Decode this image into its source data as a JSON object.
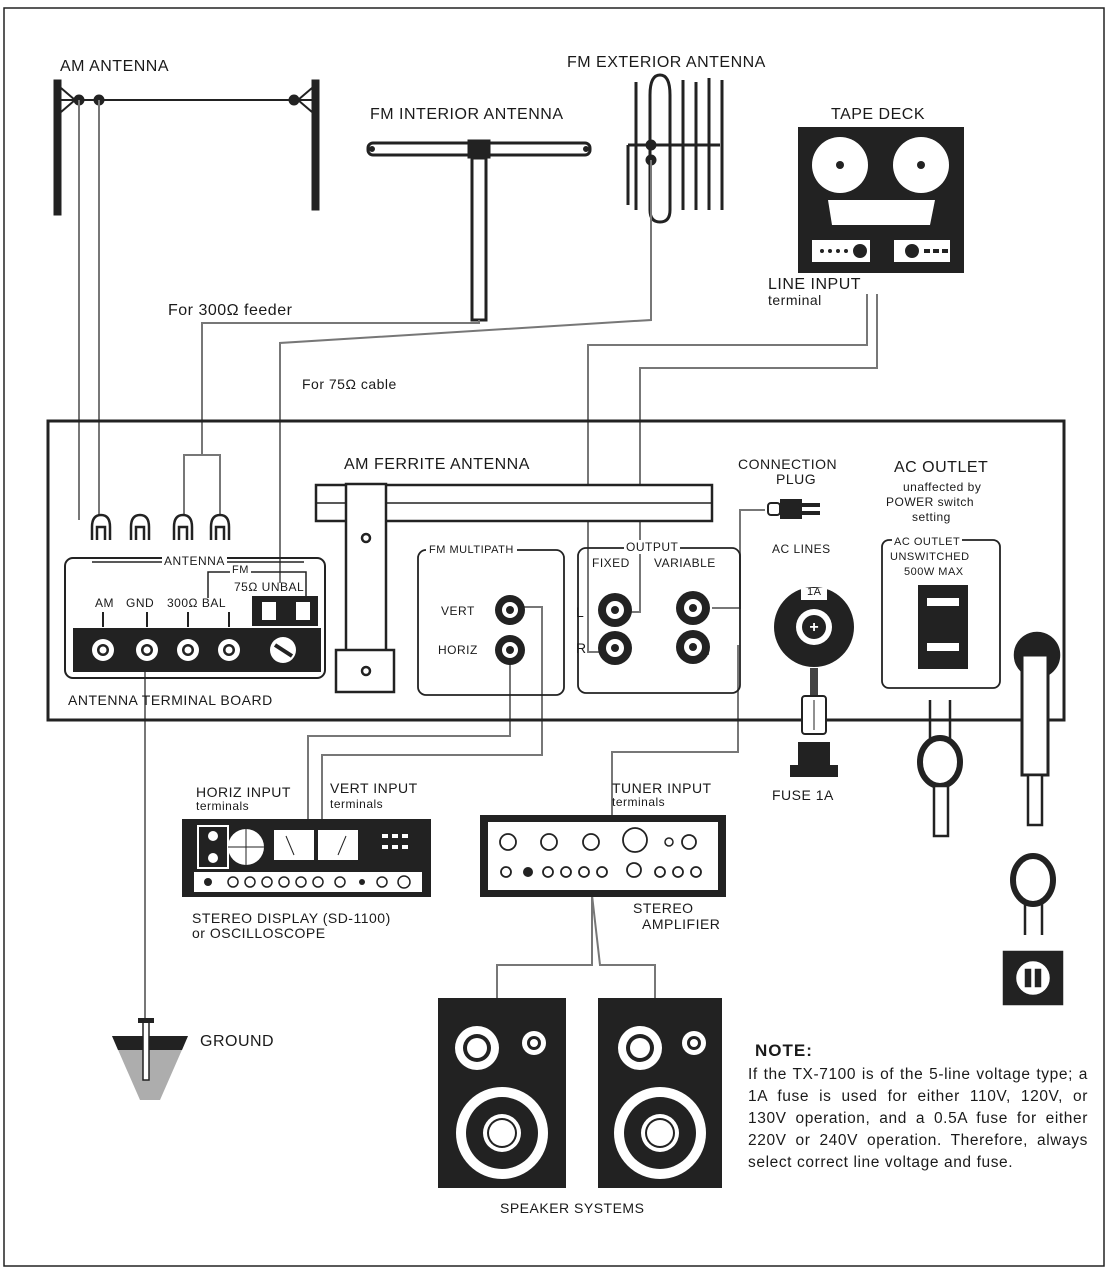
{
  "labels": {
    "am_antenna": "AM ANTENNA",
    "fm_exterior_antenna": "FM EXTERIOR ANTENNA",
    "fm_interior_antenna": "FM INTERIOR ANTENNA",
    "tape_deck": "TAPE DECK",
    "line_input": "LINE INPUT",
    "line_input_sub": "terminal",
    "feeder_300": "For 300Ω feeder",
    "cable_75": "For 75Ω cable",
    "am_ferrite": "AM FERRITE ANTENNA",
    "connection_plug_1": "CONNECTION",
    "connection_plug_2": "PLUG",
    "ac_outlet_title": "AC OUTLET",
    "ac_outlet_sub1": "unaffected by",
    "ac_outlet_sub2": "POWER switch",
    "ac_outlet_sub3": "setting",
    "antenna": "ANTENNA",
    "fm": "FM",
    "unbal": "75Ω UNBAL",
    "am": "AM",
    "gnd": "GND",
    "bal": "300Ω BAL",
    "terminal_board": "ANTENNA TERMINAL BOARD",
    "fm_multipath": "FM MULTIPATH",
    "vert": "VERT",
    "horiz": "HORIZ",
    "output": "OUTPUT",
    "fixed": "FIXED",
    "variable": "VARIABLE",
    "l": "L",
    "r": "R",
    "ac_lines": "AC LINES",
    "fuse_rating": "1A",
    "ac_outlet_box_1": "AC OUTLET",
    "ac_outlet_box_2": "UNSWITCHED",
    "ac_outlet_box_3": "500W MAX",
    "horiz_input": "HORIZ INPUT",
    "horiz_input_sub": "terminals",
    "vert_input": "VERT INPUT",
    "vert_input_sub": "terminals",
    "tuner_input": "TUNER INPUT",
    "tuner_input_sub": "terminals",
    "fuse_label": "FUSE  1A",
    "stereo_display_1": "STEREO DISPLAY (SD-1100)",
    "stereo_display_2": "or OSCILLOSCOPE",
    "stereo_amp_1": "STEREO",
    "stereo_amp_2": "AMPLIFIER",
    "ground": "GROUND",
    "speaker_systems": "SPEAKER SYSTEMS"
  },
  "note": {
    "title": "NOTE:",
    "body": "If the TX-7100 is of the 5-line voltage type; a 1A fuse is used for either 110V, 120V, or 130V operation, and a 0.5A fuse for either 220V or 240V operation. Therefore, always select correct line voltage and fuse."
  }
}
